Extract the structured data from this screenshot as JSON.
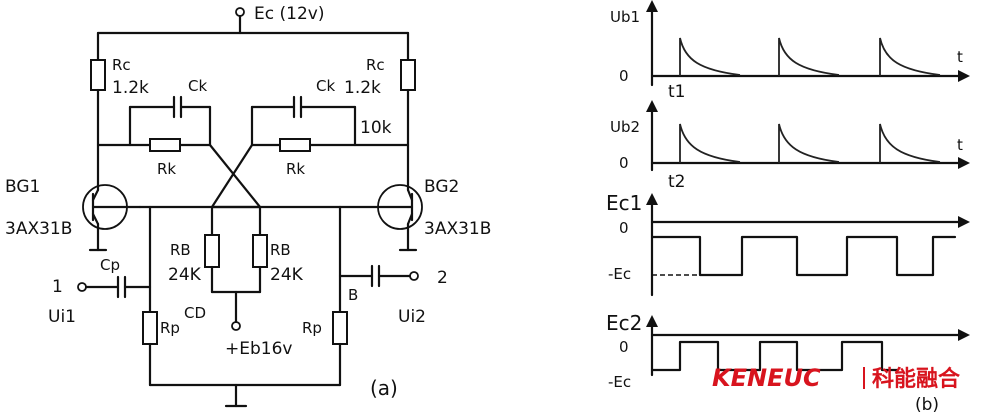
{
  "circuit": {
    "supply": "Ec (12v)",
    "rc_left": "Rc",
    "rc_left_val": "1.2k",
    "rc_right": "Rc",
    "rc_right_val": "1.2k",
    "ck_left": "Ck",
    "ck_right": "Ck",
    "rk_left": "Rk",
    "rk_right": "Rk",
    "rk_right_val": "10k",
    "bg1": "BG1",
    "bg1_type": "3AX31B",
    "bg2": "BG2",
    "bg2_type": "3AX31B",
    "rb_left": "RB",
    "rb_left_val": "24K",
    "rb_right": "RB",
    "rb_right_val": "24K",
    "cp": "Cp",
    "in1": "1",
    "ui1": "Ui1",
    "in2": "2",
    "ui2": "Ui2",
    "cd": "CD",
    "b": "B",
    "rp_left": "Rp",
    "rp_right": "Rp",
    "eb": "+Eb16v",
    "caption_a": "(a)"
  },
  "waveforms": {
    "ub1": "Ub1",
    "ub2": "Ub2",
    "ec1": "Ec1",
    "ec2": "Ec2",
    "zero": "0",
    "t": "t",
    "t1": "t1",
    "t2": "t2",
    "neg_ec": "-Ec",
    "caption_b": "(b)"
  },
  "logo": {
    "brand": "KENEUC",
    "cn": "科能融合",
    "color": "#d8141e"
  }
}
